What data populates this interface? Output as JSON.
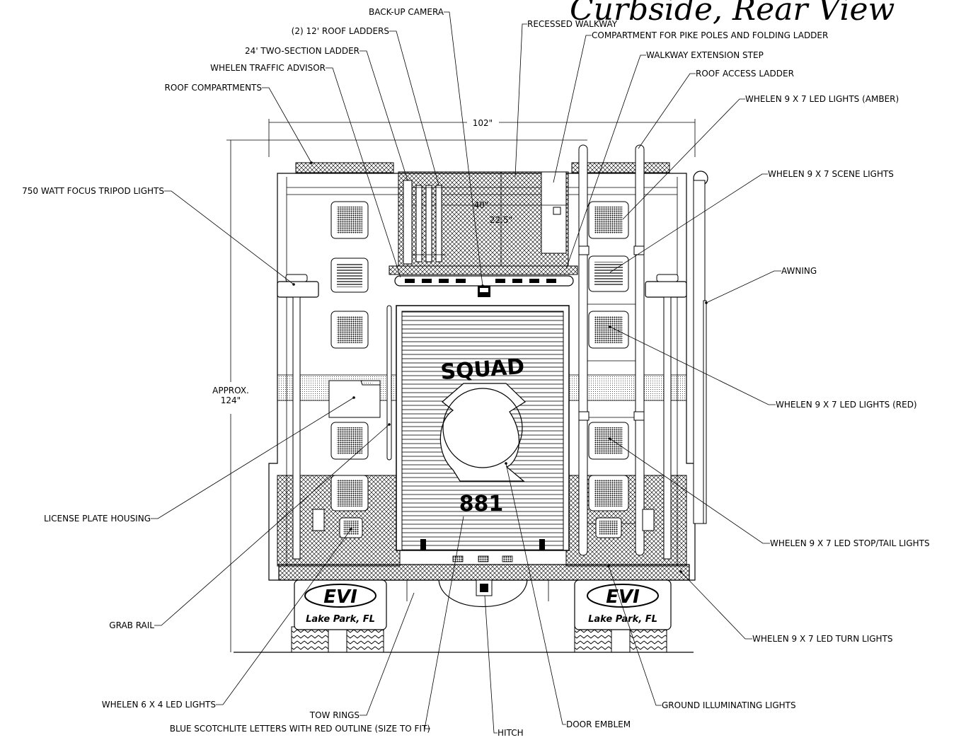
{
  "title": "Curbside, Rear View",
  "dimensions": {
    "width": "102\"",
    "height_line1": "APPROX.",
    "height_line2": "124\"",
    "walkway_width": "40\"",
    "walkway_depth": "22.5\""
  },
  "door": {
    "top_text": "SQUAD",
    "number": "881"
  },
  "badges": {
    "logo_text": "EVI",
    "city": "Lake Park, FL"
  },
  "callouts": {
    "backup_camera": "BACK-UP CAMERA",
    "roof_ladders": "(2) 12' ROOF LADDERS",
    "two_section_ladder": "24' TWO-SECTION LADDER",
    "traffic_advisor": "WHELEN TRAFFIC ADVISOR",
    "roof_compartments": "ROOF COMPARTMENTS",
    "recessed_walkway": "RECESSED WALKWAY",
    "pike_pole_compartment": "COMPARTMENT FOR PIKE POLES AND FOLDING LADDER",
    "walkway_extension": "WALKWAY EXTENSION STEP",
    "roof_access_ladder": "ROOF ACCESS LADDER",
    "led_amber": "WHELEN 9 X 7 LED LIGHTS (AMBER)",
    "scene_lights": "WHELEN 9 X 7 SCENE LIGHTS",
    "tripod_lights": "750 WATT FOCUS TRIPOD LIGHTS",
    "awning": "AWNING",
    "led_red": "WHELEN 9 X 7 LED LIGHTS (RED)",
    "license_plate": "LICENSE PLATE HOUSING",
    "stop_tail": "WHELEN 9 X 7 LED STOP/TAIL LIGHTS",
    "grab_rail": "GRAB RAIL",
    "turn_lights": "WHELEN 9 X 7 LED TURN LIGHTS",
    "led_6x4": "WHELEN 6 X 4 LED LIGHTS",
    "ground_lights": "GROUND ILLUMINATING LIGHTS",
    "tow_rings": "TOW RINGS",
    "scotchlite": "BLUE SCOTCHLITE LETTERS WITH RED OUTLINE (SIZE TO FIT)",
    "hitch": "HITCH",
    "door_emblem": "DOOR EMBLEM"
  }
}
